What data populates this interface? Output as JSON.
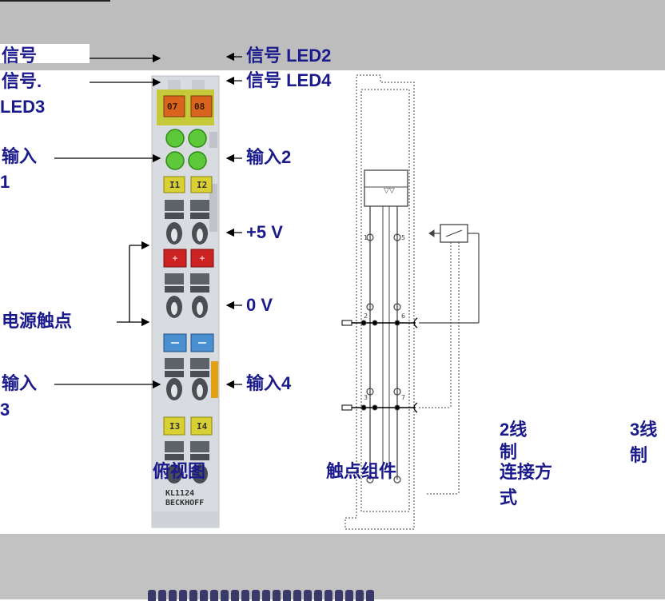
{
  "labels": {
    "signal": "信号",
    "signal_led2": "信号 LED2",
    "signal_led3_line1": "信号.",
    "signal_led3_line2": "LED3",
    "signal_led4": "信号 LED4",
    "input1_line1": "输入",
    "input1_line2": "1",
    "input2": "输入2",
    "plus5v": "+5 V",
    "power_contacts": "电源触点",
    "zero_v": "0 V",
    "input3_line1": "输入",
    "input3_line2": "3",
    "input4": "输入4",
    "top_view": "俯视图",
    "contact_assembly": "触点组件",
    "two_wire_line1": "2线",
    "two_wire_line2": "制",
    "three_wire_line1": "3线",
    "three_wire_line2": "制",
    "connection_line1": "连接方",
    "connection_line2": "式"
  },
  "terminal": {
    "led_top_left": "07",
    "led_top_right": "08",
    "led_row2_left": "I1",
    "led_row2_right": "I2",
    "led_row3_left": "I3",
    "led_row3_right": "I4",
    "model": "KL1124",
    "brand": "BECKHOFF"
  },
  "colors": {
    "label_text": "#1a1a8c",
    "band_gray": "#bdbdbd",
    "led_green": "#5cc83a",
    "led_yellow": "#d9d033",
    "led_orange": "#d8641e",
    "power_red": "#cc2222",
    "power_blue": "#4a8fd0"
  }
}
